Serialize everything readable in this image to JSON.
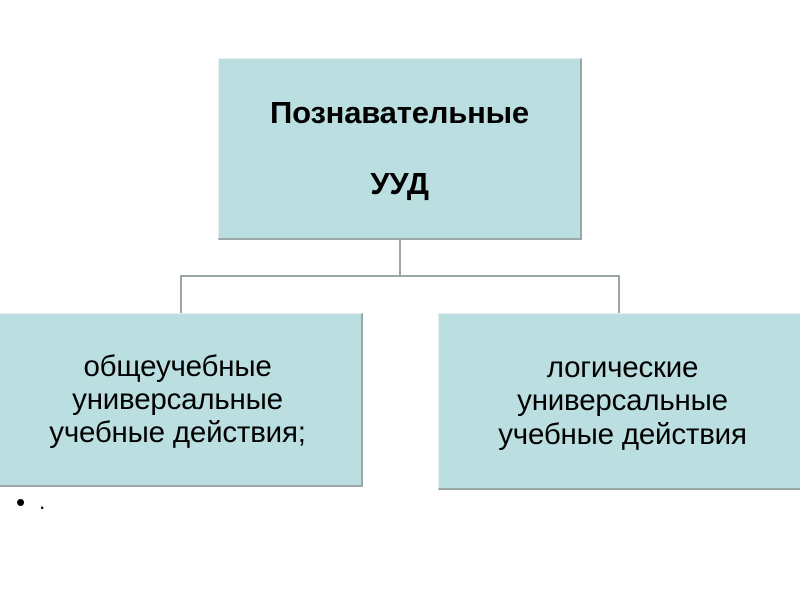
{
  "slide": {
    "background_color": "#ffffff",
    "node_fill_color": "#bbdfe1",
    "node_border_color": "#9aa6a8",
    "connector_color": "#9aa6a8",
    "text_color": "#000000"
  },
  "diagram": {
    "type": "hierarchy",
    "root": {
      "lines": [
        "Познавательные",
        "УУД"
      ]
    },
    "children": [
      {
        "lines": [
          "общеучебные",
          "универсальные",
          "учебные действия;"
        ]
      },
      {
        "lines": [
          "логические",
          "универсальные",
          "учебные действия"
        ]
      }
    ]
  },
  "stray_bullet": {
    "bullet": "•",
    "text": "."
  }
}
